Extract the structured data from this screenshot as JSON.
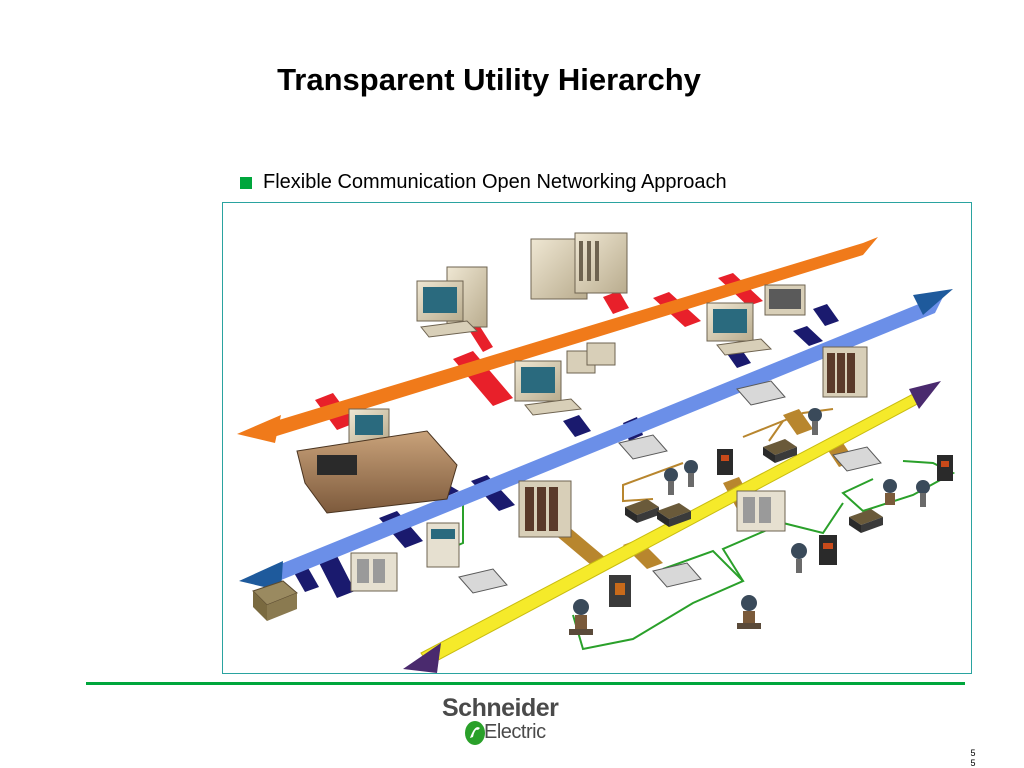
{
  "slide": {
    "title": "Transparent Utility Hierarchy",
    "bullet": "Flexible Communication Open Networking Approach",
    "page_number_top": "5",
    "page_number_bottom": "5"
  },
  "logo": {
    "word1": "Schneider",
    "word2": "Electric"
  },
  "colors": {
    "accent_green": "#00a63c",
    "frame_border": "#2aa3a0",
    "bus_orange": "#f07a1a",
    "bus_blue": "#6b8fe8",
    "bus_yellow": "#f5ea2a",
    "link_red": "#e8202a",
    "link_navy": "#1a1a6e",
    "link_brown": "#b8862e",
    "link_green": "#2aa02a"
  },
  "icons": [
    "workstation-icon",
    "server-icon",
    "control-console-icon",
    "plc-rack-icon",
    "io-module-icon",
    "valve-icon",
    "motor-icon",
    "sensor-icon"
  ]
}
